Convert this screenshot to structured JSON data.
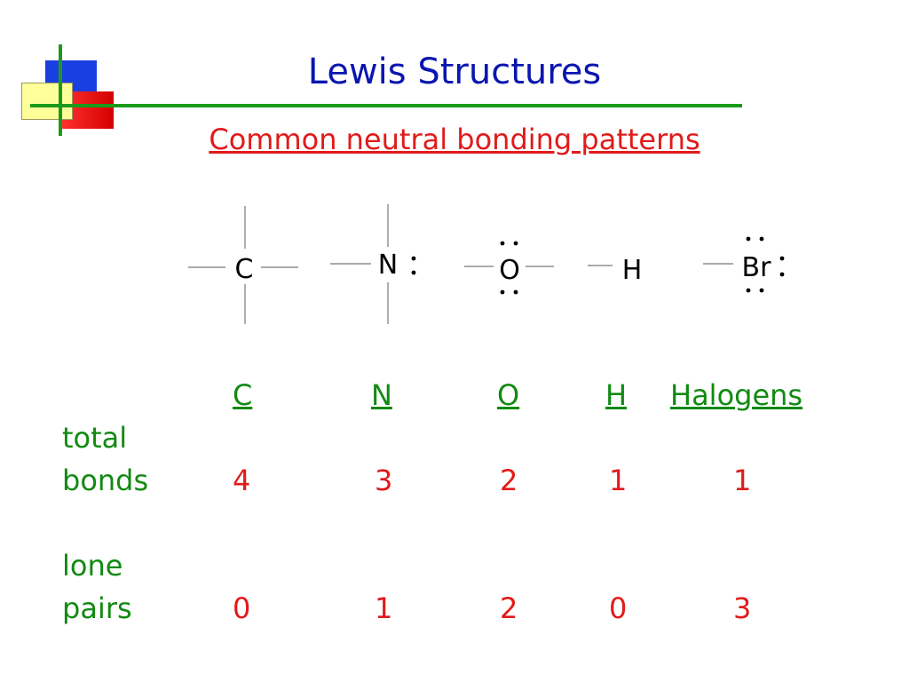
{
  "slide": {
    "title": "Lewis Structures",
    "subtitle": "Common neutral bonding patterns"
  },
  "atoms": [
    "C",
    "N",
    "O",
    "H",
    "Br"
  ],
  "table": {
    "headers": [
      "C",
      "N",
      "O",
      "H",
      "Halogens"
    ],
    "row1_label_line1": "total",
    "row1_label_line2": "bonds",
    "total_bonds": [
      "4",
      "3",
      "2",
      "1",
      "1"
    ],
    "row2_label_line1": "lone",
    "row2_label_line2": "pairs",
    "lone_pairs": [
      "0",
      "1",
      "2",
      "0",
      "3"
    ]
  },
  "colors": {
    "title": "#0a16b0",
    "subtitle": "#e11a1a",
    "header": "#128a12",
    "value": "#e11a1a",
    "accent_line": "#1a9a1a"
  }
}
